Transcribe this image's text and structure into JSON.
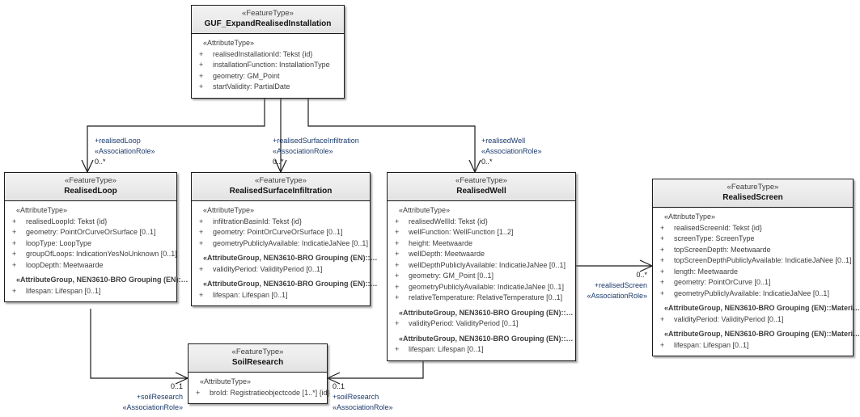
{
  "diagram": {
    "type": "uml-class-diagram",
    "title": "GUF_ExpandRealisedInstallation",
    "colors": {
      "box_border": "#1b1b1b",
      "header_fill": "#ebebeb",
      "body_fill": "#ffffff",
      "attribute_text": "#3d3d3d",
      "label_text": "#1b3a6b",
      "line": "#1b1b1b"
    }
  },
  "classes": [
    {
      "id": "guf",
      "stereotype": "«FeatureType»",
      "name": "GUF_ExpandRealisedInstallation",
      "groups": [
        {
          "label": "«AttributeType»",
          "bold": false,
          "attributes": [
            {
              "vis": "+",
              "text": "realisedInstallationId: Tekst {id}"
            },
            {
              "vis": "+",
              "text": "installationFunction: InstallationType"
            },
            {
              "vis": "+",
              "text": "geometry: GM_Point"
            },
            {
              "vis": "+",
              "text": "startValidity: PartialDate"
            }
          ]
        }
      ]
    },
    {
      "id": "loop",
      "stereotype": "«FeatureType»",
      "name": "RealisedLoop",
      "groups": [
        {
          "label": "«AttributeType»",
          "bold": false,
          "attributes": [
            {
              "vis": "+",
              "text": "realisedLoopId: Tekst {id}"
            },
            {
              "vis": "+",
              "text": "geometry: PointOrCurveOrSurface [0..1]"
            },
            {
              "vis": "+",
              "text": "loopType: LoopType"
            },
            {
              "vis": "+",
              "text": "groupOfLoops: IndicationYesNoUnknown [0..1]"
            },
            {
              "vis": "+",
              "text": "loopDepth: Meetwaarde"
            }
          ]
        },
        {
          "label": "«AttributeGroup, NEN3610-BRO Grouping (EN):…",
          "bold": true,
          "attributes": [
            {
              "vis": "+",
              "text": "lifespan: Lifespan [0..1]"
            }
          ]
        }
      ]
    },
    {
      "id": "surf",
      "stereotype": "«FeatureType»",
      "name": "RealisedSurfaceInfiltration",
      "groups": [
        {
          "label": "«AttributeType»",
          "bold": false,
          "attributes": [
            {
              "vis": "+",
              "text": "infiltrationBasinId: Tekst {id}"
            },
            {
              "vis": "+",
              "text": "geometry: PointOrCurveOrSurface [0..1]"
            },
            {
              "vis": "+",
              "text": "geometryPubliclyAvailable: IndicatieJaNee [0..1]"
            }
          ]
        },
        {
          "label": "«AttributeGroup, NEN3610-BRO Grouping (EN)::…",
          "bold": true,
          "attributes": [
            {
              "vis": "+",
              "text": "validityPeriod: ValidityPeriod [0..1]"
            }
          ]
        },
        {
          "label": "«AttributeGroup, NEN3610-BRO Grouping (EN)::…",
          "bold": true,
          "attributes": [
            {
              "vis": "+",
              "text": "lifespan: Lifespan [0..1]"
            }
          ]
        }
      ]
    },
    {
      "id": "well",
      "stereotype": "«FeatureType»",
      "name": "RealisedWell",
      "groups": [
        {
          "label": "«AttributeType»",
          "bold": false,
          "attributes": [
            {
              "vis": "+",
              "text": "realisedWellId: Tekst {id}"
            },
            {
              "vis": "+",
              "text": "wellFunction: WellFunction [1..2]"
            },
            {
              "vis": "+",
              "text": "height: Meetwaarde"
            },
            {
              "vis": "+",
              "text": "wellDepth: Meetwaarde"
            },
            {
              "vis": "+",
              "text": "wellDepthPubliclyAvailable: IndicatieJaNee [0..1]"
            },
            {
              "vis": "+",
              "text": "geometry: GM_Point [0..1]"
            },
            {
              "vis": "+",
              "text": "geometryPubliclyAvailable: IndicatieJaNee [0..1]"
            },
            {
              "vis": "+",
              "text": "relativeTemperature: RelativeTemperature [0..1]"
            }
          ]
        },
        {
          "label": "«AttributeGroup, NEN3610-BRO Grouping (EN)::…",
          "bold": true,
          "attributes": [
            {
              "vis": "+",
              "text": "validityPeriod: ValidityPeriod [0..1]"
            }
          ]
        },
        {
          "label": "«AttributeGroup, NEN3610-BRO Grouping (EN)::…",
          "bold": true,
          "attributes": [
            {
              "vis": "+",
              "text": "lifespan: Lifespan [0..1]"
            }
          ]
        }
      ]
    },
    {
      "id": "screen",
      "stereotype": "«FeatureType»",
      "name": "RealisedScreen",
      "groups": [
        {
          "label": "«AttributeType»",
          "bold": false,
          "attributes": [
            {
              "vis": "+",
              "text": "realisedScreenId: Tekst {id}"
            },
            {
              "vis": "+",
              "text": "screenType: ScreenType"
            },
            {
              "vis": "+",
              "text": "topScreenDepth: Meetwaarde"
            },
            {
              "vis": "+",
              "text": "topScreenDepthPubliclyAvailable: IndicatieJaNee [0..1]"
            },
            {
              "vis": "+",
              "text": "length: Meetwaarde"
            },
            {
              "vis": "+",
              "text": "geometry: PointOrCurve [0..1]"
            },
            {
              "vis": "+",
              "text": "geometryPubliclyAvailable: IndicatieJaNee [0..1]"
            }
          ]
        },
        {
          "label": "«AttributeGroup, NEN3610-BRO Grouping (EN)::Materi…",
          "bold": true,
          "attributes": [
            {
              "vis": "+",
              "text": "validityPeriod: ValidityPeriod [0..1]"
            }
          ]
        },
        {
          "label": "«AttributeGroup, NEN3610-BRO Grouping (EN)::Materi…",
          "bold": true,
          "attributes": [
            {
              "vis": "+",
              "text": "lifespan: Lifespan [0..1]"
            }
          ]
        }
      ]
    },
    {
      "id": "soil",
      "stereotype": "«FeatureType»",
      "name": "SoilResearch",
      "groups": [
        {
          "label": "«AttributeType»",
          "bold": false,
          "attributes": [
            {
              "vis": "+",
              "text": "broId: Registratieobjectcode [1..*] {id}"
            }
          ]
        }
      ]
    }
  ],
  "associations": [
    {
      "id": "assoc-realised-loop",
      "role": "+realisedLoop",
      "stereotype": "«AssociationRole»",
      "multiplicity": "0..*"
    },
    {
      "id": "assoc-realised-surface-infiltration",
      "role": "+realisedSurfaceInfiltration",
      "stereotype": "«AssociationRole»",
      "multiplicity": "0..*"
    },
    {
      "id": "assoc-realised-well",
      "role": "+realisedWell",
      "stereotype": "«AssociationRole»",
      "multiplicity": "0..*"
    },
    {
      "id": "assoc-realised-screen",
      "role": "+realisedScreen",
      "stereotype": "«AssociationRole»",
      "multiplicity": "0..*"
    },
    {
      "id": "assoc-soil-research-loop",
      "role": "+soilResearch",
      "stereotype": "«AssociationRole»",
      "multiplicity": "0..1"
    },
    {
      "id": "assoc-soil-research-well",
      "role": "+soilResearch",
      "stereotype": "«AssociationRole»",
      "multiplicity": "0..1"
    }
  ]
}
